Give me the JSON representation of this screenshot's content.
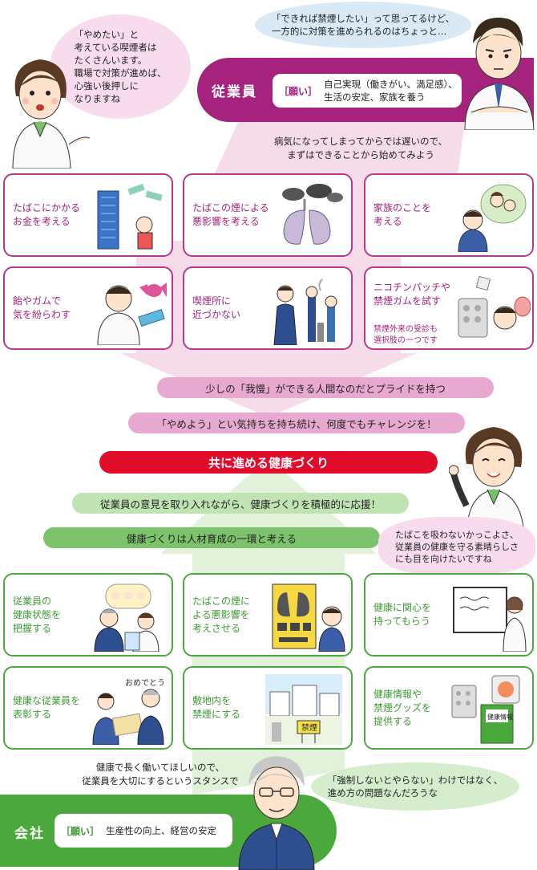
{
  "colors": {
    "employee": "#a6237d",
    "company": "#4aa83c",
    "accent_red": "#e10b2a",
    "banner_pink": "#e7a9cf",
    "banner_green": "#bfe3b2"
  },
  "bubbles": {
    "nurse_top": "「やめたい」と\n考えている喫煙者は\nたくさんいます。\n職場で対策が進めば、\n心強い後押しに\nなりますね",
    "employee": "「できれば禁煙したい」って思ってるけど、\n一方的に対策を進められるのはちょっと…",
    "nurse_mid": "たばこを吸わないかっこよさ、\n従業員の健康を守る素晴らしさ\nにも目を向けたいですね",
    "company": "「強制しないとやらない」わけではなく、\n進め方の問題なんだろうな"
  },
  "employee": {
    "label": "従業員",
    "wish_tag": "［願い］",
    "wish_text": "自己実現（働きがい、満足感）、\n生活の安定、家族を養う",
    "note": "病気になってしまってからでは遅いので、\nまずはできることから始めてみよう"
  },
  "employee_actions": [
    {
      "text": "たばこにかかる\nお金を考える",
      "icon": "money-building-icon"
    },
    {
      "text": "たばこの煙による\n悪影響を考える",
      "icon": "lungs-icon"
    },
    {
      "text": "家族のことを\n考える",
      "icon": "family-icon"
    },
    {
      "text": "飴やガムで\n気を紛らわす",
      "icon": "candy-icon"
    },
    {
      "text": "喫煙所に\n近づかない",
      "icon": "smoking-area-icon"
    },
    {
      "text": "ニコチンパッチや\n禁煙ガムを試す",
      "sub": "禁煙外来の受診も\n選択肢の一つです",
      "icon": "nicotine-patch-icon"
    }
  ],
  "banners": {
    "pride": "少しの「我慢」ができる人間なのだとプライドを持つ",
    "challenge": "「やめよう」とい気持ちを持ち続け、何度でもチャレンジを！",
    "together": "共に進める健康づくり",
    "support": "従業員の意見を取り入れながら、健康づくりを積極的に応援！",
    "training": "健康づくりは人材育成の一環と考える"
  },
  "company_actions": [
    {
      "text": "従業員の\n健康状態を\n把握する",
      "icon": "health-check-icon"
    },
    {
      "text": "たばこの煙に\nよる悪影響を\n考えさせる",
      "icon": "lungs-poster-icon"
    },
    {
      "text": "健康に関心を\n持ってもらう",
      "icon": "whiteboard-icon"
    },
    {
      "text": "健康な従業員を\n表彰する",
      "icon": "award-icon",
      "award": "おめでとう"
    },
    {
      "text": "敷地内を\n禁煙にする",
      "icon": "no-smoking-premises-icon",
      "sign": "禁煙"
    },
    {
      "text": "健康情報や\n禁煙グッズを\n提供する",
      "icon": "health-info-icon",
      "book": "健康情報"
    }
  ],
  "company": {
    "label": "会社",
    "wish_tag": "［願い］",
    "wish_text": "生産性の向上、経営の安定",
    "note": "健康で長く働いてほしいので、\n従業員を大切にするというスタンスで"
  }
}
